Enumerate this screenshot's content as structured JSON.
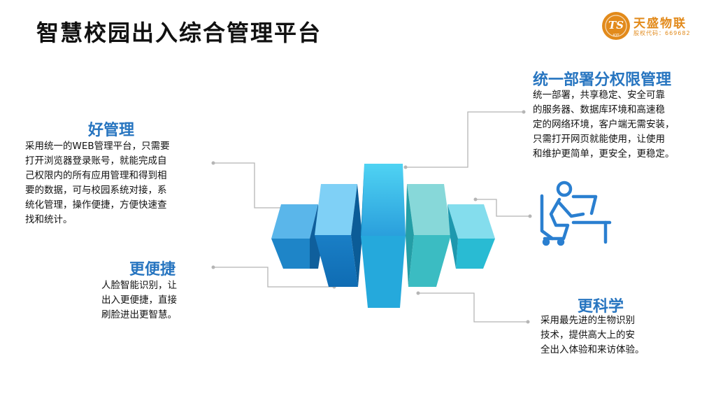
{
  "title": "智慧校园出入综合管理平台",
  "logo": {
    "badge_text": "TS",
    "badge_sub": "IOT",
    "name": "天盛物联",
    "code": "股权代码：669682"
  },
  "sections": {
    "management": {
      "heading": "好管理",
      "lines": [
        "采用统一的WEB管理平台，只需要",
        "打开浏览器登录账号，就能完成自",
        "己权限内的所有应用管理和得到相",
        "要的数据，可与校园系统对接，系",
        "统化管理，操作便捷，方便快速查",
        "找和统计。"
      ]
    },
    "convenience": {
      "heading": "更便捷",
      "lines": [
        "人脸智能识别，让",
        "出入更便捷，直接",
        "刷脸进出更智慧。"
      ]
    },
    "deployment": {
      "heading": "统一部署分权限管理",
      "lines": [
        "统一部署，共享稳定、安全可靠",
        "的服务器、数据库环境和高速稳",
        "定的网络环境，客户端无需安装，",
        "只需打开网页就能使用，让使用",
        "和维护更简单，更安全，更稳定。"
      ]
    },
    "science": {
      "heading": "更科学",
      "lines": [
        "采用最先进的生物识别",
        "技术，提供高大上的安",
        "全出入体验和来访体验。"
      ]
    }
  },
  "icons": {
    "person": "person-at-desk-icon"
  },
  "colors": {
    "heading": "#2775c0",
    "logo": "#e28a1b",
    "connector": "#b5b5b5"
  }
}
